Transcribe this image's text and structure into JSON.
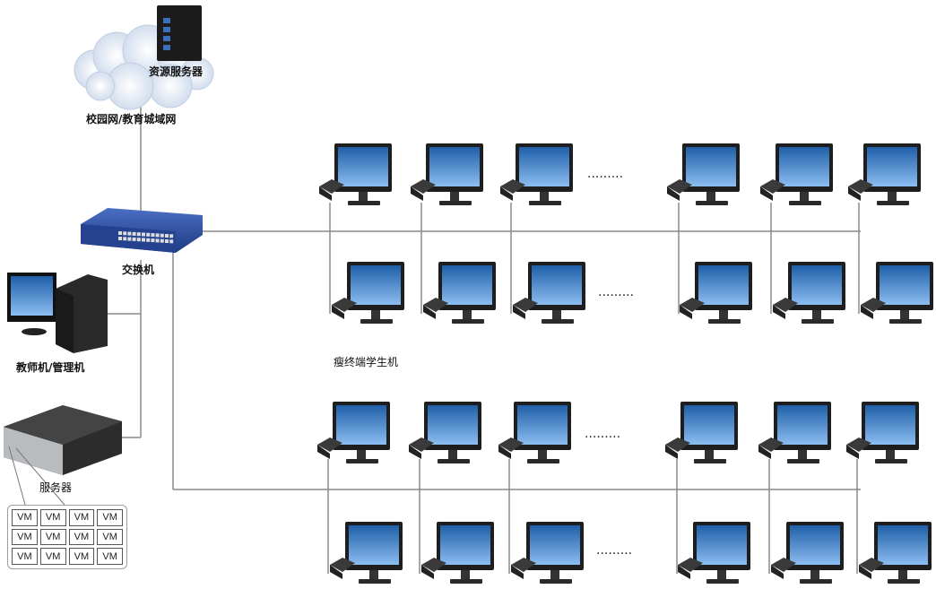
{
  "labels": {
    "resource_server": "资源服务器",
    "campus_network": "校园网/教育城域网",
    "switch": "交换机",
    "teacher_pc": "教师机/管理机",
    "server": "服务器",
    "thin_client": "瘦终端学生机"
  },
  "vm_label": "VM",
  "vm_count": 12,
  "ellipsis": ".........",
  "colors": {
    "line": "#8a8a8a",
    "screen_top": "#1f5fa8",
    "screen_bottom": "#7fb2e6",
    "monitor_body": "#1e1e1e",
    "switch_body": "#2f4fa0",
    "cloud": "#dfe7f3"
  }
}
